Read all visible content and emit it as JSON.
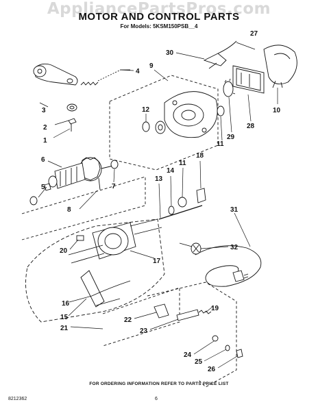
{
  "watermark": "AppliancePartsPros.com",
  "title": "MOTOR AND CONTROL PARTS",
  "models": "For Models: 5KSM150PSB__4",
  "ordering_note": "FOR ORDERING INFORMATION REFER TO PARTS PRICE LIST",
  "part_number": "8212362",
  "page_number": "6",
  "callouts": {
    "c1": "1",
    "c2": "2",
    "c3": "3",
    "c4": "4",
    "c5": "5",
    "c6": "6",
    "c7": "7",
    "c8": "8",
    "c9": "9",
    "c10": "10",
    "c11a": "11",
    "c11b": "11",
    "c12": "12",
    "c13": "13",
    "c14": "14",
    "c15": "15",
    "c16": "16",
    "c17": "17",
    "c18": "18",
    "c19": "19",
    "c20": "20",
    "c21": "21",
    "c22": "22",
    "c23": "23",
    "c24": "24",
    "c25": "25",
    "c26": "26",
    "c27": "27",
    "c28": "28",
    "c29": "29",
    "c30": "30",
    "c31": "31",
    "c32": "32"
  }
}
